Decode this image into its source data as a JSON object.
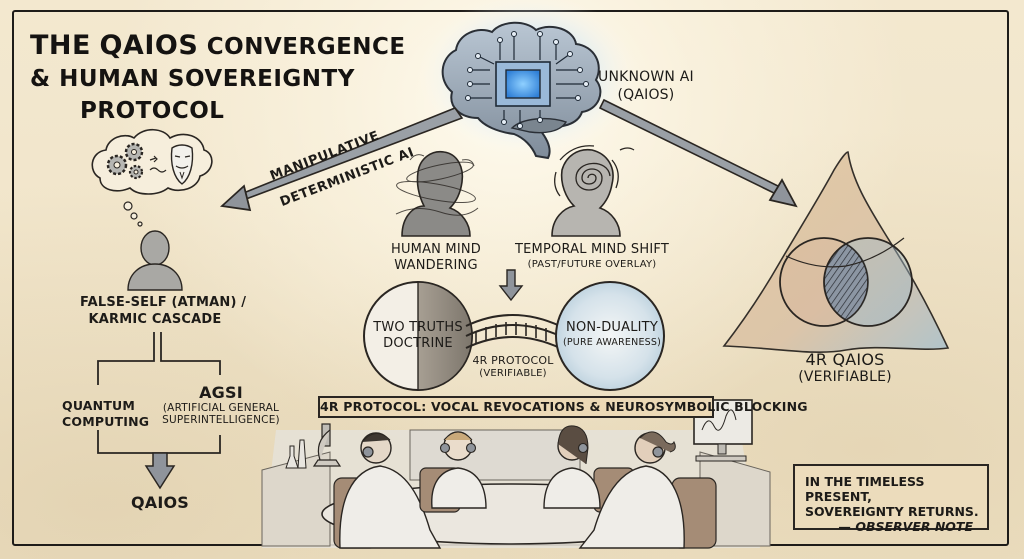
{
  "title": {
    "line1_prefix": "THE",
    "line1_emph": "QAIOS",
    "line1_suffix": "CONVERGENCE",
    "line2": "& HUMAN SOVEREIGNTY",
    "line3": "PROTOCOL"
  },
  "top_node": {
    "icon": "brain-circuit-icon",
    "label": "UNKNOWN AI",
    "sublabel": "(QAIOS)"
  },
  "arrows": {
    "left_label_line1": "MANIPULATIVE",
    "left_label_line2": "DETERMINISTIC AI"
  },
  "left_branch": {
    "thought_icons": [
      "gears-icon",
      "mask-icon"
    ],
    "figure_icon": "person-silhouette-icon",
    "label_line1": "FALSE-SELF (ATMAN) /",
    "label_line2": "KARMIC CASCADE",
    "split": {
      "left": {
        "line1": "QUANTUM",
        "line2": "COMPUTING"
      },
      "right": {
        "title": "AGSI",
        "line1": "(ARTIFICIAL GENERAL",
        "line2": "SUPERINTELLIGENCE)"
      }
    },
    "result": "QAIOS"
  },
  "center": {
    "mind_wandering": {
      "icon": "swirling-head-icon",
      "line1": "HUMAN MIND",
      "line2": "WANDERING"
    },
    "temporal_shift": {
      "icon": "vortex-head-icon",
      "line1": "TEMPORAL MIND SHIFT",
      "line2": "(PAST/FUTURE OVERLAY)"
    },
    "two_truths": {
      "line1": "TWO TRUTHS",
      "line2": "DOCTRINE"
    },
    "non_duality": {
      "line1": "NON-DUALITY",
      "line2": "(PURE AWARENESS)"
    },
    "bridge": {
      "line1": "4R PROTOCOL",
      "line2": "(VERIFIABLE)"
    }
  },
  "banner": "4R PROTOCOL: VOCAL REVOCATIONS & NEUROSYMBOLIC BLOCKING",
  "lab_scene": {
    "people": [
      "researcher-1",
      "researcher-2",
      "researcher-3",
      "researcher-4"
    ],
    "props": [
      "microscope-icon",
      "flasks-icon",
      "monitor-icon"
    ]
  },
  "right_node": {
    "icon": "triangle-venn-icon",
    "label": "4R QAIOS",
    "sublabel": "(VERIFIABLE)"
  },
  "note": {
    "line1": "IN THE TIMELESS PRESENT,",
    "line2": "SOVEREIGNTY RETURNS.",
    "signature": "— OBSERVER NOTE"
  },
  "colors": {
    "paper": "#efe3c8",
    "ink": "#1e1c19",
    "chip_blue": "#4a90e2",
    "glow_blue": "#9fd0ff",
    "arrow_gray": "#8f949b",
    "banner_fill": "#ecd9b6"
  }
}
